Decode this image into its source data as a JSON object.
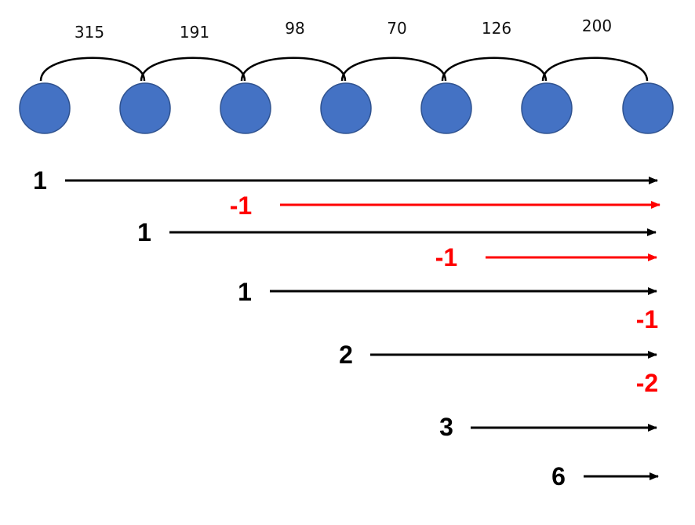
{
  "colors": {
    "node_fill": "#4472c4",
    "node_stroke": "#2f528f",
    "positive": "#000000",
    "negative": "#ff0000"
  },
  "node_count": 7,
  "edge_weights": [
    "315",
    "191",
    "98",
    "70",
    "126",
    "200"
  ],
  "arrows": [
    {
      "label": "1",
      "sign": "positive"
    },
    {
      "label": "-1",
      "sign": "negative"
    },
    {
      "label": "1",
      "sign": "positive"
    },
    {
      "label": "-1",
      "sign": "negative"
    },
    {
      "label": "1",
      "sign": "positive"
    },
    {
      "label": "-1",
      "sign": "negative"
    },
    {
      "label": "2",
      "sign": "positive"
    },
    {
      "label": "-2",
      "sign": "negative"
    },
    {
      "label": "3",
      "sign": "positive"
    },
    {
      "label": "6",
      "sign": "positive"
    }
  ]
}
